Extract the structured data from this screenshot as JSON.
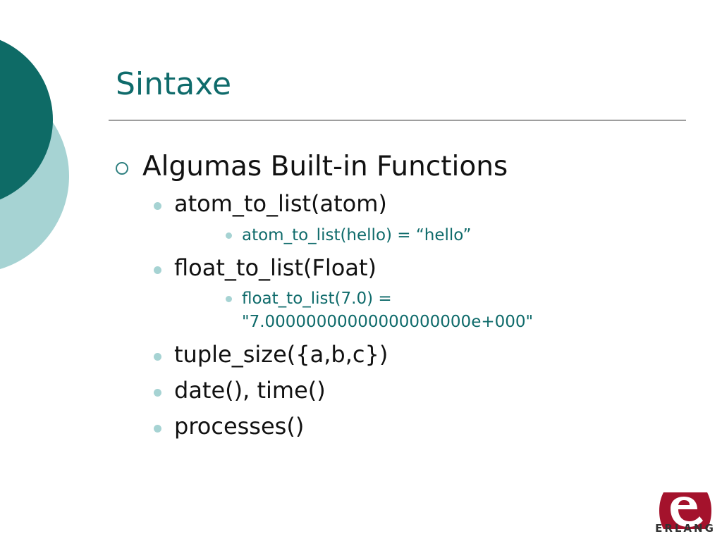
{
  "slide": {
    "title": "Sintaxe",
    "heading": "Algumas Built-in Functions",
    "items": [
      {
        "text": "atom_to_list(atom)",
        "example": [
          "atom_to_list(hello) = “hello”"
        ]
      },
      {
        "text": "float_to_list(Float)",
        "example": [
          "float_to_list(7.0) =",
          "\"7.00000000000000000000e+000\""
        ]
      },
      {
        "text": "tuple_size({a,b,c})"
      },
      {
        "text": "date(), time()"
      },
      {
        "text": "processes()"
      }
    ]
  },
  "logo": {
    "name": "erlang-logo",
    "text": "ERLANG"
  },
  "colors": {
    "accent": "#0f6b6b",
    "light_accent": "#a6d3d3",
    "logo_red": "#a4122c"
  }
}
